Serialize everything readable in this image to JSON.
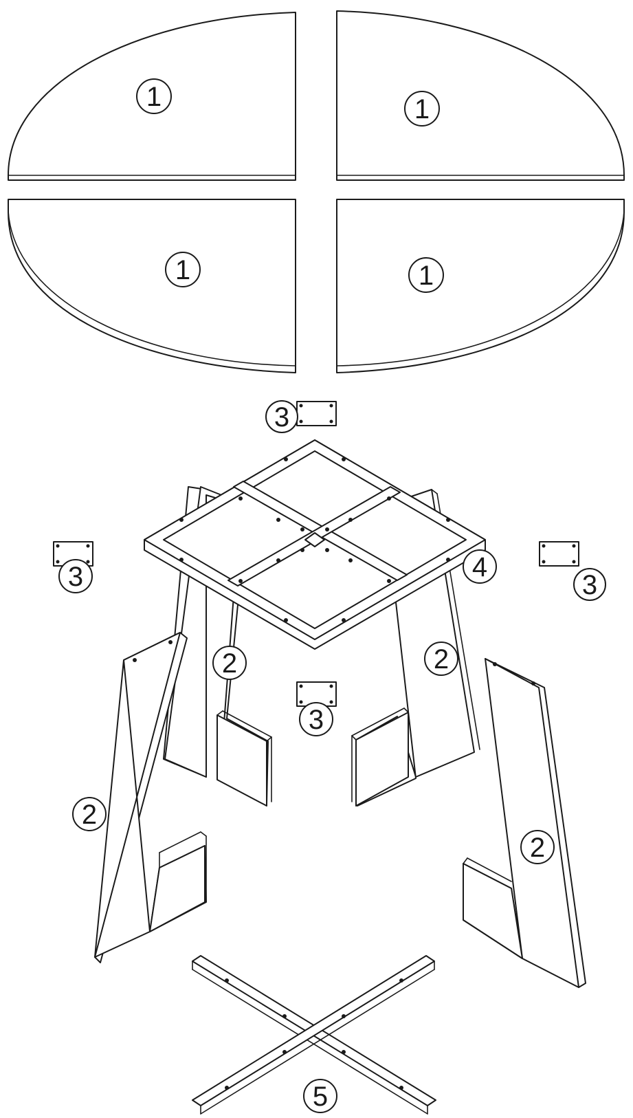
{
  "diagram": {
    "parts": {
      "tabletop_quarter": {
        "label": "1",
        "color": "#1a1a1a"
      },
      "leg_panel": {
        "label": "2",
        "color": "#1a1a1a"
      },
      "bracket_plate": {
        "label": "3",
        "color": "#1a1a1a"
      },
      "top_frame": {
        "label": "4",
        "color": "#1a1a1a"
      },
      "cross_base": {
        "label": "5",
        "color": "#1a1a1a"
      }
    },
    "callouts": [
      {
        "part": "tabletop_quarter",
        "label": "1"
      },
      {
        "part": "tabletop_quarter",
        "label": "1"
      },
      {
        "part": "tabletop_quarter",
        "label": "1"
      },
      {
        "part": "tabletop_quarter",
        "label": "1"
      },
      {
        "part": "bracket_plate",
        "label": "3"
      },
      {
        "part": "bracket_plate",
        "label": "3"
      },
      {
        "part": "bracket_plate",
        "label": "3"
      },
      {
        "part": "bracket_plate",
        "label": "3"
      },
      {
        "part": "top_frame",
        "label": "4"
      },
      {
        "part": "leg_panel",
        "label": "2"
      },
      {
        "part": "leg_panel",
        "label": "2"
      },
      {
        "part": "leg_panel",
        "label": "2"
      },
      {
        "part": "leg_panel",
        "label": "2"
      },
      {
        "part": "cross_base",
        "label": "5"
      }
    ]
  }
}
